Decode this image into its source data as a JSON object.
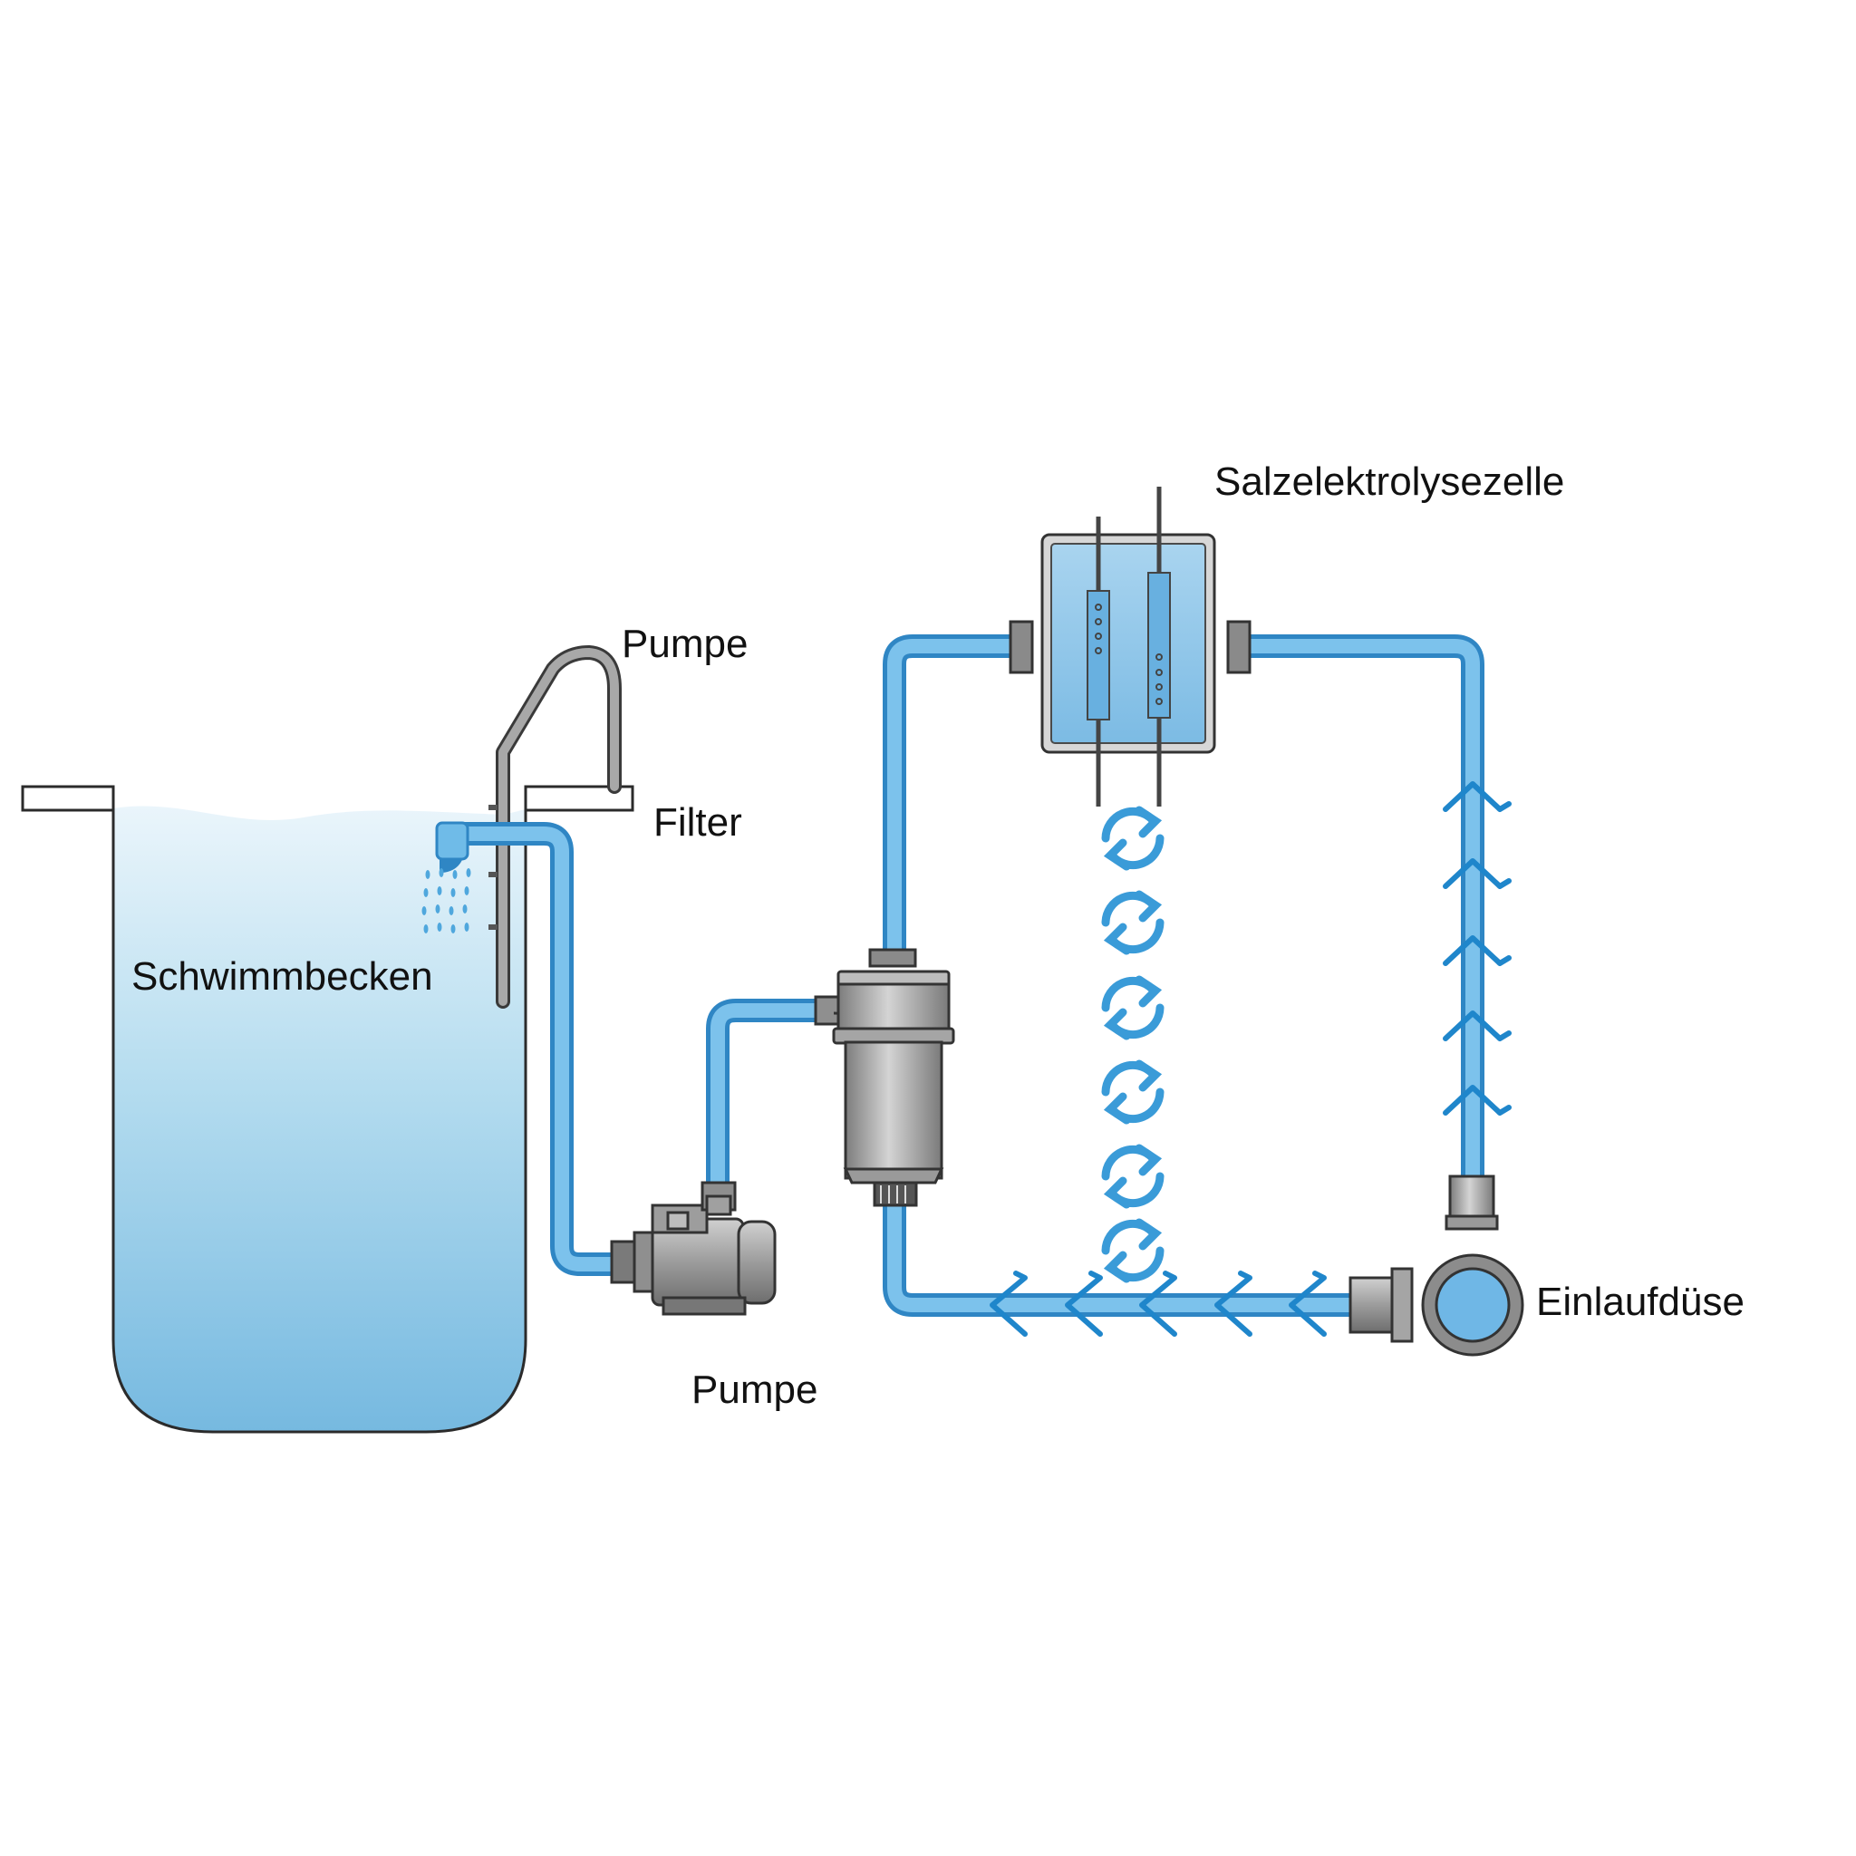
{
  "labels": {
    "pool": "Schwimmbecken",
    "pump_top": "Pumpe",
    "filter": "Filter",
    "cell": "Salzelektrolysezelle",
    "inlet": "Einlaufdüse",
    "pump_bottom": "Pumpe"
  },
  "colors": {
    "pipe": "#4fa7dd",
    "pipe_light": "#8ccbef",
    "water_top": "#e6f3fa",
    "water_bottom": "#7ebfe3",
    "metal": "#9a9a9a",
    "outline": "#333333",
    "flow_arrow": "#2f8fd0"
  },
  "icons": [
    "ladder-icon",
    "pump-icon",
    "filter-icon",
    "electrolysis-cell-icon",
    "inlet-nozzle-icon",
    "circulation-arrow-icon",
    "flow-chevron-icon"
  ]
}
